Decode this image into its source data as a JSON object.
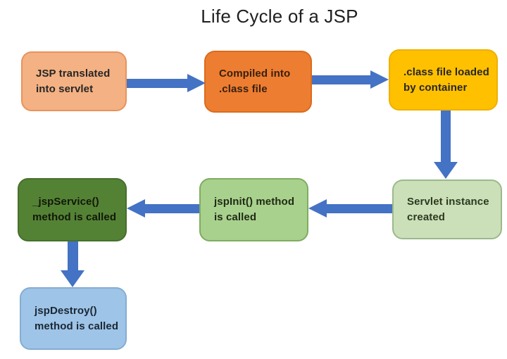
{
  "title": "Life Cycle of a JSP",
  "colors": {
    "background": "#FFFFFF",
    "title_text": "#1F1F1F",
    "arrow": "#4472C4"
  },
  "nodes": {
    "translated": {
      "label": "JSP translated\ninto servlet",
      "fill": "#F4B183",
      "border": "#E8935C",
      "text_color": "#262626"
    },
    "compiled": {
      "label": "Compiled into\n.class file",
      "fill": "#ED7D31",
      "border": "#DB6B1D",
      "text_color": "#39200D"
    },
    "loaded": {
      "label": ".class file loaded\nby container",
      "fill": "#FFC000",
      "border": "#EDB100",
      "text_color": "#262626"
    },
    "instance": {
      "label": "Servlet instance\ncreated",
      "fill": "#CBE0B8",
      "border": "#9BB98A",
      "text_color": "#2C3A20"
    },
    "init": {
      "label": "jspInit() method\nis called",
      "fill": "#A9D18E",
      "border": "#7FAC5F",
      "text_color": "#1F2A14"
    },
    "service": {
      "label": "_jspService()\nmethod is called",
      "fill": "#548235",
      "border": "#46702B",
      "text_color": "#111808"
    },
    "destroy": {
      "label": "jspDestroy()\nmethod is called",
      "fill": "#9EC4E8",
      "border": "#84ADD3",
      "text_color": "#1B2733"
    }
  },
  "flow": [
    {
      "from": "translated",
      "to": "compiled",
      "direction": "right"
    },
    {
      "from": "compiled",
      "to": "loaded",
      "direction": "right"
    },
    {
      "from": "loaded",
      "to": "instance",
      "direction": "down"
    },
    {
      "from": "instance",
      "to": "init",
      "direction": "left"
    },
    {
      "from": "init",
      "to": "service",
      "direction": "left"
    },
    {
      "from": "service",
      "to": "destroy",
      "direction": "down"
    }
  ]
}
